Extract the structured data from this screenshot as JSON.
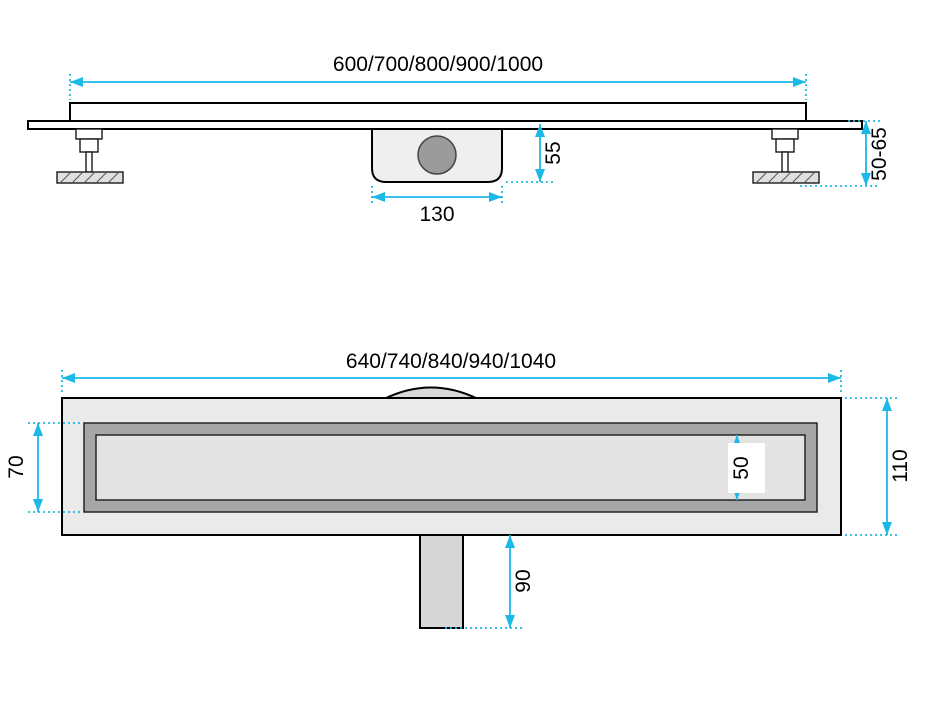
{
  "top_view": {
    "length_options": "600/700/800/900/1000",
    "trap_width": "130",
    "trap_height": "55",
    "adjustable_feet_height": "50-65"
  },
  "bottom_view": {
    "length_options": "640/740/840/940/1040",
    "channel_inner_width": "70",
    "grate_width": "50",
    "outer_width": "110",
    "outlet_extension": "90"
  },
  "colors": {
    "dimension_accent": "#1cb9e8",
    "outline": "#000000",
    "body_fill": "#eaeaea",
    "grate_frame_fill": "#a6a6a6",
    "drain_circle_fill": "#9b9b9b"
  }
}
